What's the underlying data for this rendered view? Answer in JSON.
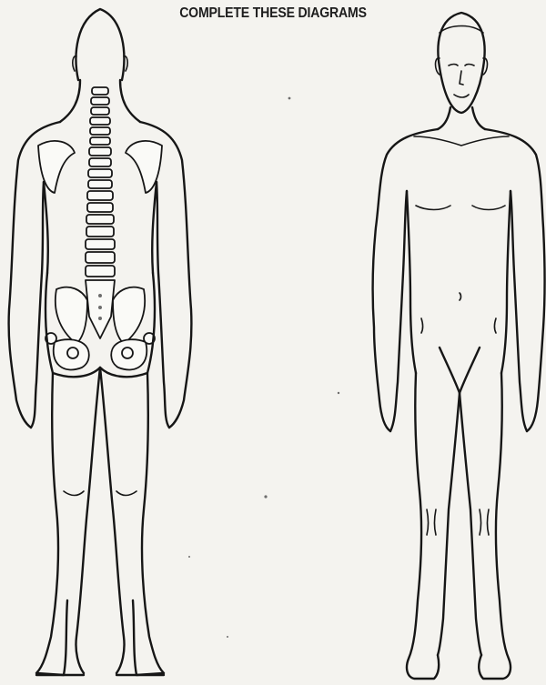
{
  "header": {
    "title": "COMPLETE THESE DIAGRAMS"
  },
  "figures": [
    {
      "view": "posterior",
      "shows": "skeleton"
    },
    {
      "view": "anterior",
      "shows": "outline"
    }
  ],
  "colors": {
    "paper": "#f4f3ef",
    "ink": "#161616"
  }
}
